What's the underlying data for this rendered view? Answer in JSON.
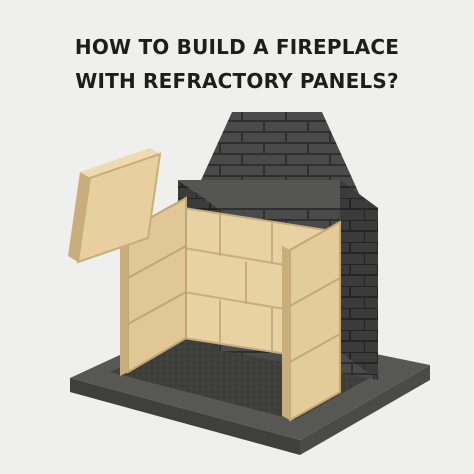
{
  "title": {
    "line1": "HOW TO BUILD A FIREPLACE",
    "line2": "WITH REFRACTORY PANELS?"
  },
  "colors": {
    "background": "#efefed",
    "title_text": "#1d1d1d",
    "refractory_panel": "#e7cf9f",
    "refractory_panel_shadow": "#cbb07e",
    "brick": "#4a4a4a",
    "brick_mortar": "#2f2f2f",
    "hearth_base": "#5a5a58"
  },
  "illustration": {
    "subject": "fireplace-with-refractory-panels"
  }
}
